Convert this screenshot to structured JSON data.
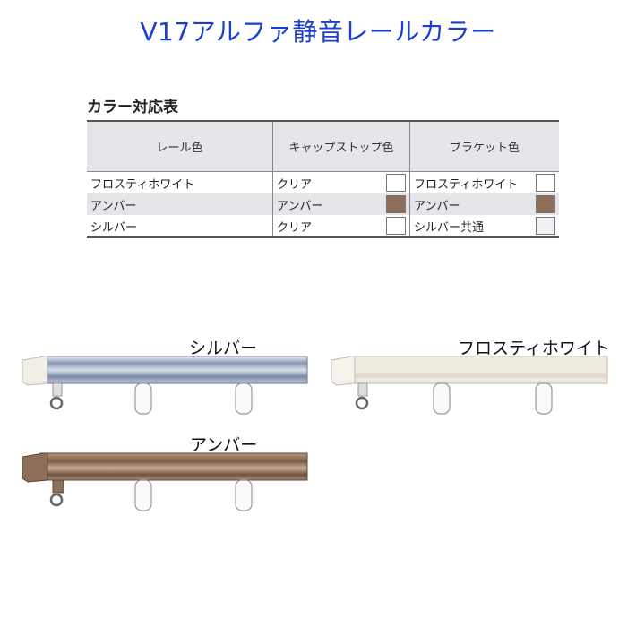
{
  "title": "V17アルファ静音レールカラー",
  "table": {
    "caption": "カラー対応表",
    "headers": [
      "レール色",
      "キャップストップ色",
      "ブラケット色"
    ],
    "rows": [
      {
        "rail": "フロスティホワイト",
        "cap": "クリア",
        "cap_swatch": "#ffffff",
        "bracket": "フロスティホワイト",
        "bracket_swatch": "#ffffff"
      },
      {
        "rail": "アンバー",
        "cap": "アンバー",
        "cap_swatch": "#8c6e5a",
        "bracket": "アンバー",
        "bracket_swatch": "#8c6e5a"
      },
      {
        "rail": "シルバー",
        "cap": "クリア",
        "cap_swatch": "#ffffff",
        "bracket": "シルバー共通",
        "bracket_swatch": "#eef2f4"
      }
    ]
  },
  "samples": {
    "silver": "シルバー",
    "white": "フロスティホワイト",
    "amber": "アンバー"
  },
  "colors": {
    "title": "#1a3fd0",
    "silver_rail": "#9aa6bd",
    "white_rail": "#efeadf",
    "amber_rail": "#8c6e5a"
  }
}
